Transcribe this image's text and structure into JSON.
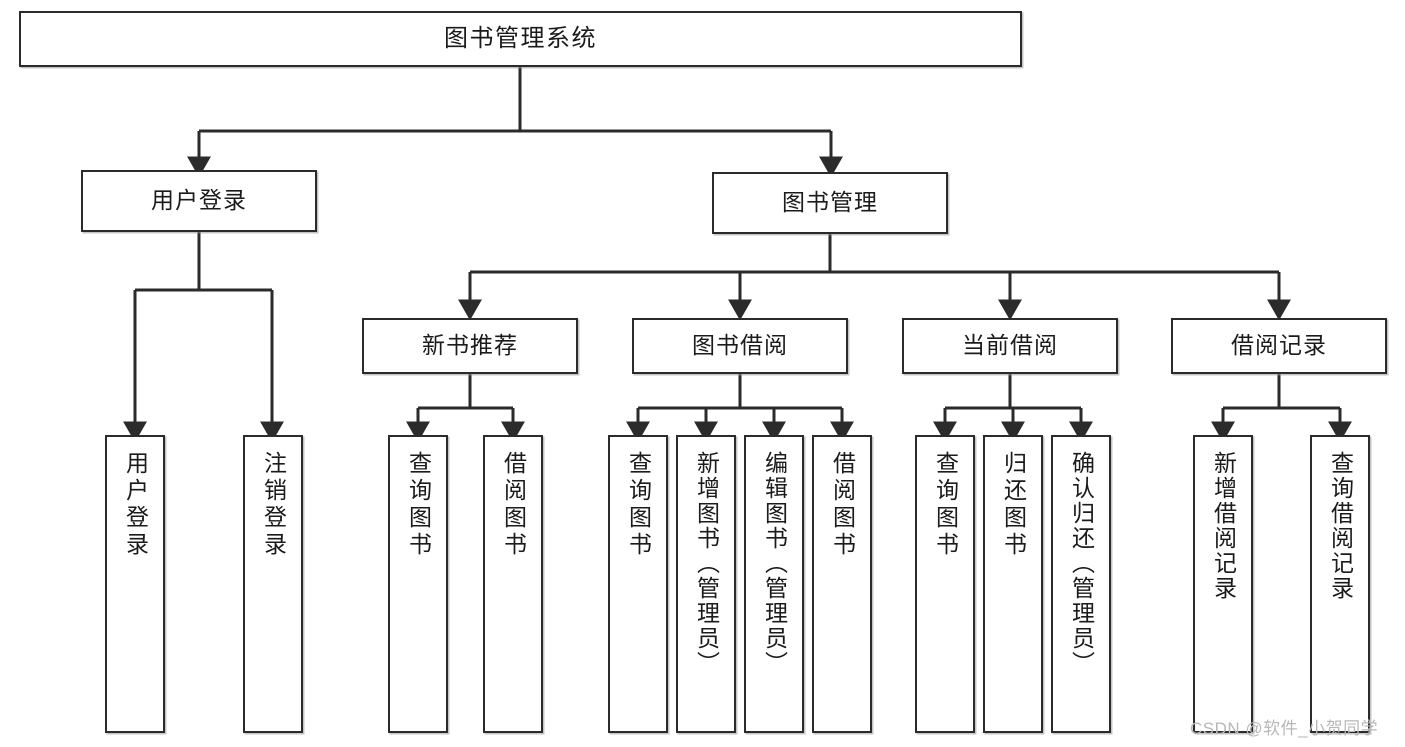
{
  "diagram": {
    "title": "图书管理系统",
    "type": "tree-hierarchy-chart",
    "root": {
      "label": "图书管理系统"
    },
    "level1": [
      {
        "label": "用户登录"
      },
      {
        "label": "图书管理"
      }
    ],
    "level2": [
      {
        "label": "新书推荐"
      },
      {
        "label": "图书借阅"
      },
      {
        "label": "当前借阅"
      },
      {
        "label": "借阅记录"
      }
    ],
    "leaves": {
      "user_login": [
        {
          "label": "用户登录"
        },
        {
          "label": "注销登录"
        }
      ],
      "new_book_recommend": [
        {
          "label": "查询图书"
        },
        {
          "label": "借阅图书"
        }
      ],
      "book_borrow": [
        {
          "label": "查询图书"
        },
        {
          "label": "新增图书（管理员）"
        },
        {
          "label": "编辑图书（管理员）"
        },
        {
          "label": "借阅图书"
        }
      ],
      "current_borrow": [
        {
          "label": "查询图书"
        },
        {
          "label": "归还图书"
        },
        {
          "label": "确认归还（管理员）"
        }
      ],
      "borrow_record": [
        {
          "label": "新增借阅记录"
        },
        {
          "label": "查询借阅记录"
        }
      ]
    }
  },
  "watermark": {
    "text": "CSDN @软件_小贺同学"
  },
  "colors": {
    "box_border": "#2b2b2b",
    "box_fill": "#ffffff",
    "connector": "#2b2b2b",
    "text": "#1b1b1b",
    "watermark": "#b8b8b8"
  }
}
